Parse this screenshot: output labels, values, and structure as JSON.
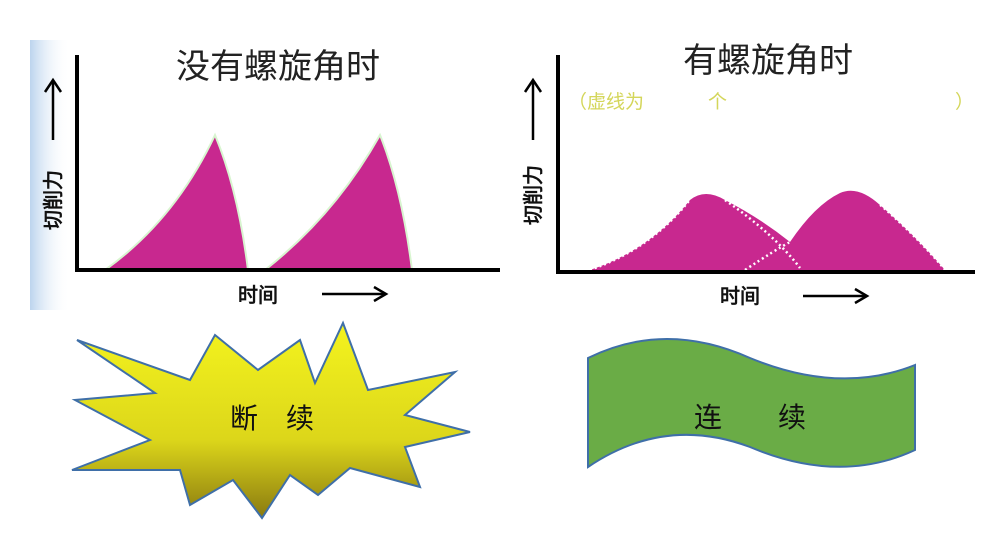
{
  "left_chart": {
    "title": "没有螺旋角时",
    "y_label": "切削力",
    "x_label": "时间"
  },
  "right_chart": {
    "title": "有螺旋角时",
    "note_open": "（虚线为",
    "note_blank": "个",
    "note_close": "）",
    "y_label": "切削力",
    "x_label": "时间"
  },
  "shapes": {
    "discontinuous": "断　续",
    "continuous": "连　　续"
  },
  "colors": {
    "force_fill": "#c8288f",
    "starburst": "#e8e82a",
    "banner": "#6aac46",
    "outline": "#3f6fa8"
  }
}
